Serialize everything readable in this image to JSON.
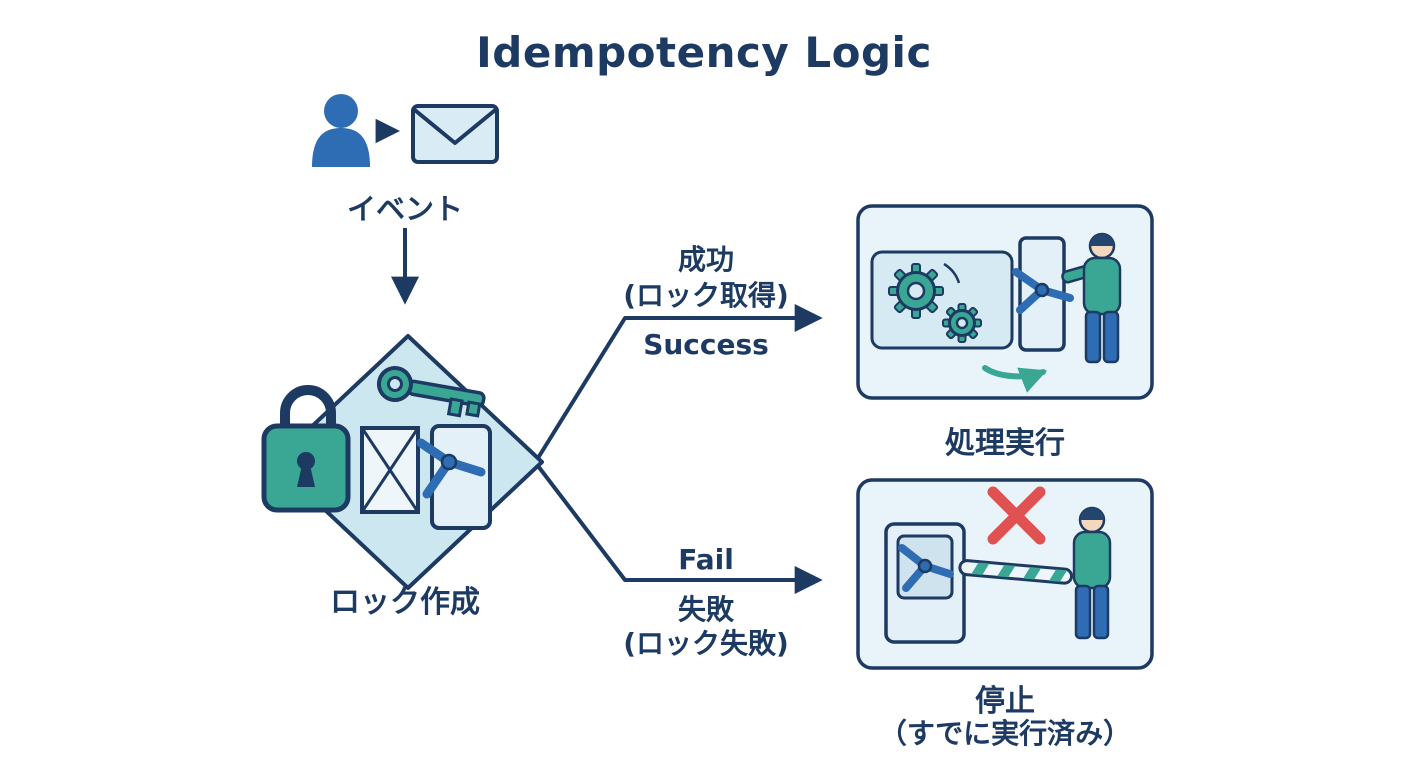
{
  "title": "Idempotency Logic",
  "colors": {
    "navy": "#1d3a63",
    "teal": "#3aa795",
    "person_blue": "#2e6db4",
    "diamond_fill": "#cde7f1",
    "panel_fill": "#e9f4fa",
    "envelope_fill": "#d9ecf6",
    "red_x": "#e05252"
  },
  "flow": {
    "event": {
      "label": "イベント"
    },
    "decision": {
      "label": "ロック作成"
    },
    "success": {
      "label_jp": "成功",
      "label_jp_sub": "(ロック取得)",
      "label_en": "Success"
    },
    "fail": {
      "label_en": "Fail",
      "label_jp": "失敗",
      "label_jp_sub": "(ロック失敗)"
    },
    "process": {
      "label": "処理実行"
    },
    "stop": {
      "label": "停止",
      "label_sub": "（すでに実行済み）"
    }
  },
  "icons": {
    "person": "person-silhouette",
    "envelope": "envelope-message",
    "lock": "padlock",
    "key": "key",
    "turnstile": "turnstile-gate",
    "gears": "processing-gears",
    "red_x": "blocked-cross",
    "arrow": "flow-arrow"
  }
}
